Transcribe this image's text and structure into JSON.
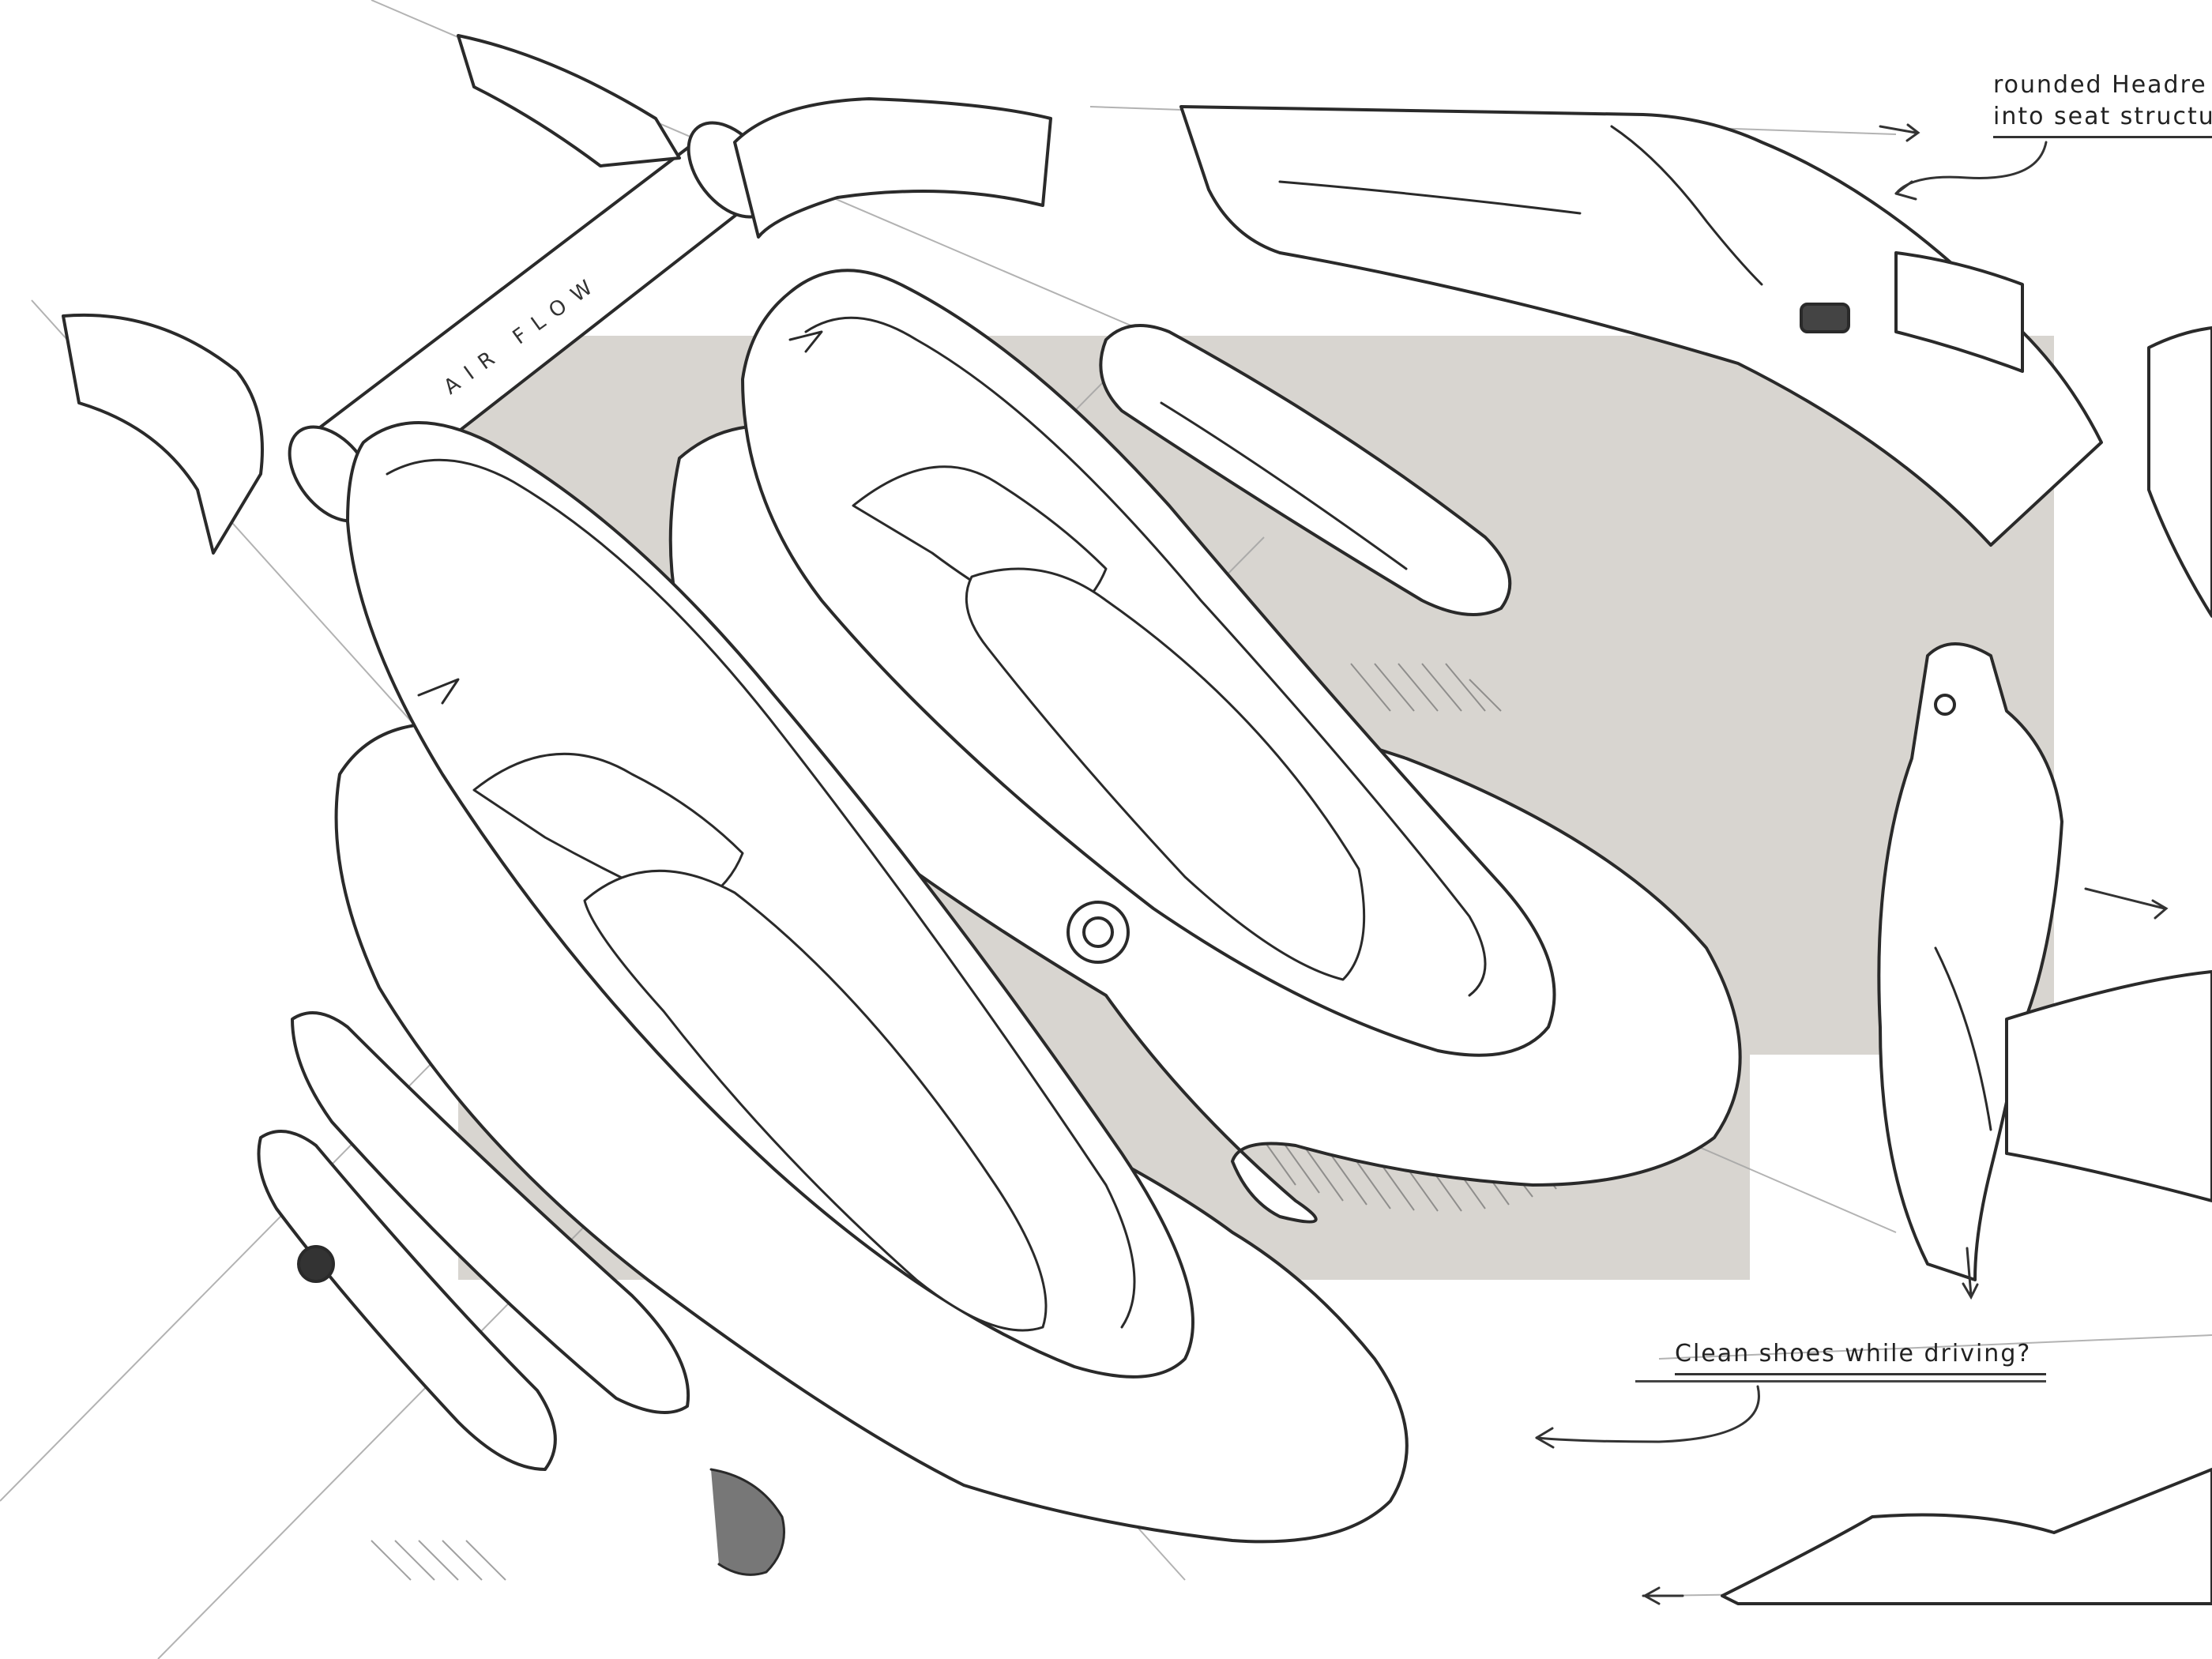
{
  "annotations": {
    "headrest_line1": "rounded Headre",
    "headrest_line2": "into seat structu",
    "shoes": "Clean shoes while driving?"
  },
  "branding": {
    "airflow_word": "AIR FLOW"
  },
  "colors": {
    "paper": "#ffffff",
    "backdrop_panel": "#d8d5d0",
    "pencil_line": "#2a2a2a",
    "construction_line": "#9a9a9a",
    "shadow_hatch": "#555555"
  }
}
